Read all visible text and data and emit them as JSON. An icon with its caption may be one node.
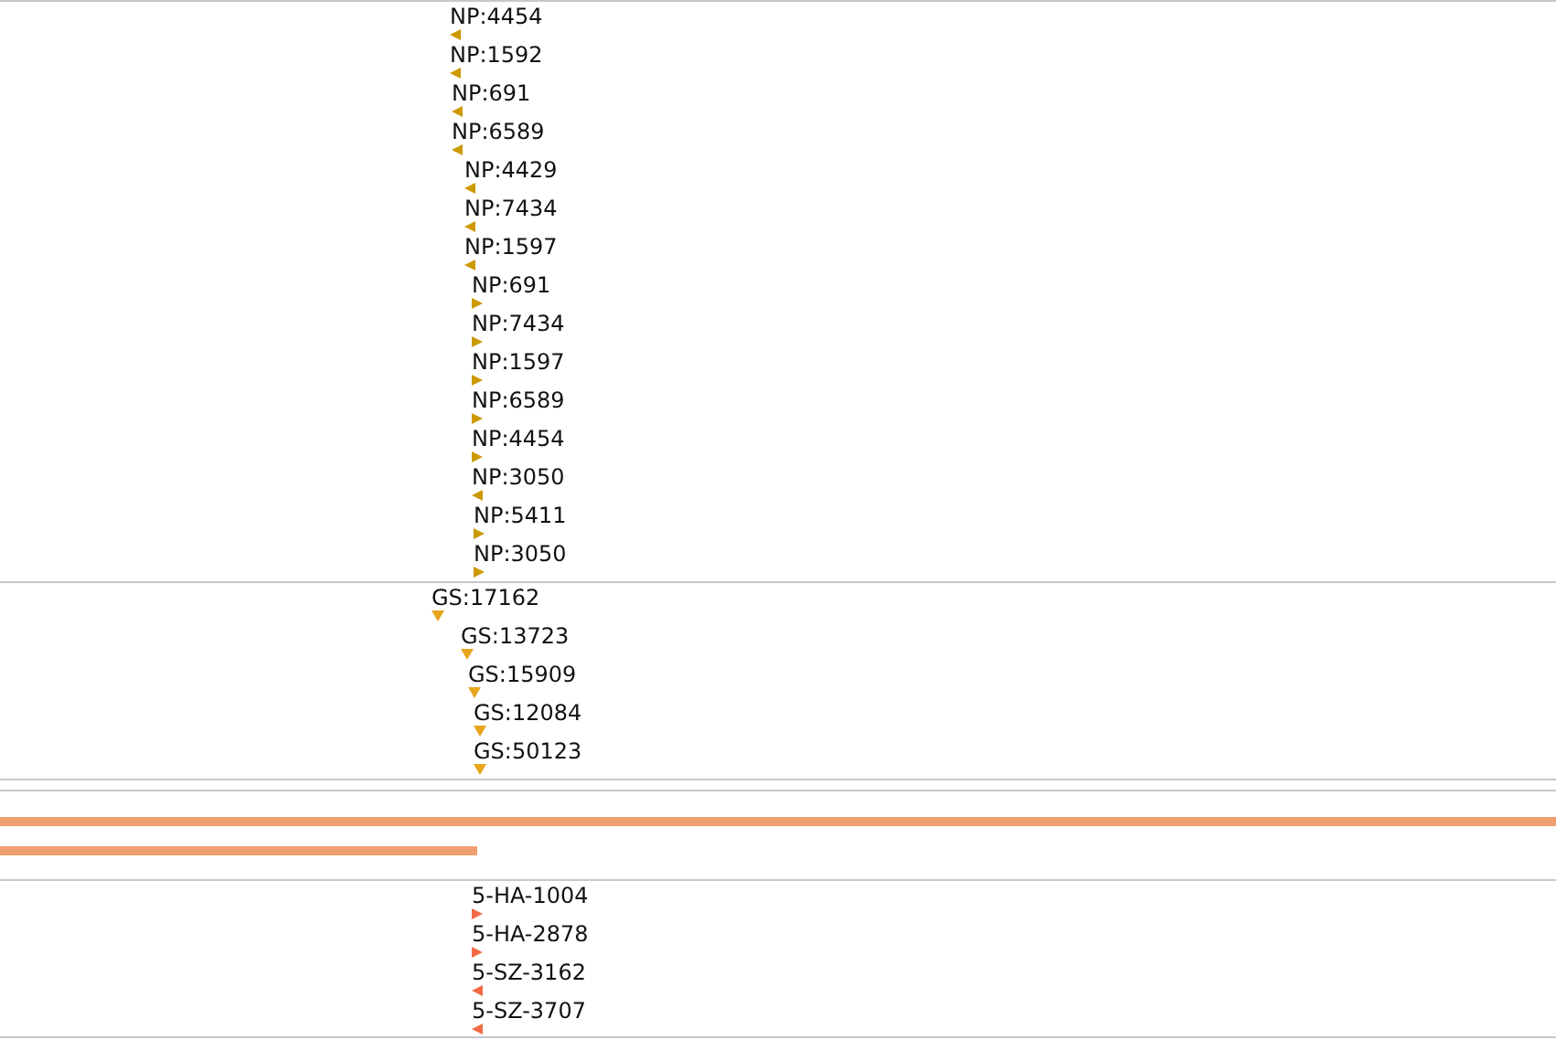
{
  "diagram": {
    "labels": [
      "NP:4454",
      "NP:1592",
      "NP:691",
      "NP:6589",
      "NP:4429",
      "NP:7434",
      "NP:1597",
      "NP:691",
      "NP:7434",
      "NP:1597",
      "NP:6589",
      "NP:4454",
      "NP:3050",
      "NP:5411",
      "NP:3050",
      "GS:17162",
      "GS:13723",
      "GS:15909",
      "GS:12084",
      "GS:50123",
      "5-HA-1004",
      "5-HA-2878",
      "5-SZ-3162",
      "5-SZ-3707"
    ]
  }
}
